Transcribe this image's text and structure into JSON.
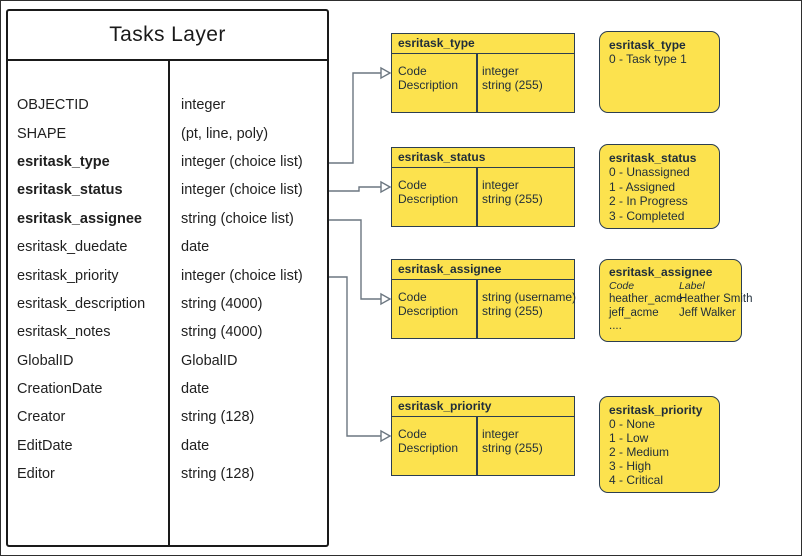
{
  "colors": {
    "box_fill": "#FCE24E",
    "box_border": "#2C3E50",
    "main_border": "#1A1A1A",
    "connector": "#6B7680"
  },
  "tasks_layer": {
    "title": "Tasks Layer",
    "fields": [
      {
        "name": "OBJECTID",
        "type": "integer"
      },
      {
        "name": "SHAPE",
        "type": "(pt, line, poly)"
      },
      {
        "name": "esritask_type",
        "type": "integer (choice list)"
      },
      {
        "name": "esritask_status",
        "type": "integer (choice list)"
      },
      {
        "name": "esritask_assignee",
        "type": "string (choice list)"
      },
      {
        "name": "esritask_duedate",
        "type": "date"
      },
      {
        "name": "esritask_priority",
        "type": "integer (choice list)"
      },
      {
        "name": "esritask_description",
        "type": "string (4000)"
      },
      {
        "name": "esritask_notes",
        "type": "string (4000)"
      },
      {
        "name": "GlobalID",
        "type": "GlobalID"
      },
      {
        "name": "CreationDate",
        "type": "date"
      },
      {
        "name": "Creator",
        "type": "string (128)"
      },
      {
        "name": "EditDate",
        "type": "date"
      },
      {
        "name": "Editor",
        "type": "string (128)"
      }
    ]
  },
  "code_tables": [
    {
      "title": "esritask_type",
      "rows": [
        {
          "field": "Code",
          "type": "integer"
        },
        {
          "field": "Description",
          "type": "string (255)"
        }
      ]
    },
    {
      "title": "esritask_status",
      "rows": [
        {
          "field": "Code",
          "type": "integer"
        },
        {
          "field": "Description",
          "type": "string (255)"
        }
      ]
    },
    {
      "title": "esritask_assignee",
      "rows": [
        {
          "field": "Code",
          "type": "string  (username)"
        },
        {
          "field": "Description",
          "type": "string (255)"
        }
      ]
    },
    {
      "title": "esritask_priority",
      "rows": [
        {
          "field": "Code",
          "type": "integer"
        },
        {
          "field": "Description",
          "type": "string (255)"
        }
      ]
    }
  ],
  "domains": [
    {
      "title": "esritask_type",
      "values": [
        "0 - Task type 1"
      ]
    },
    {
      "title": "esritask_status",
      "values": [
        "0 - Unassigned",
        "1 - Assigned",
        "2 - In Progress",
        "3 - Completed"
      ]
    },
    {
      "title": "esritask_assignee",
      "columns": [
        "Code",
        "Label"
      ],
      "entries": [
        {
          "code": "heather_acme",
          "label": "Heather Smith"
        },
        {
          "code": "jeff_acme",
          "label": "Jeff Walker"
        }
      ],
      "ellipsis": "...."
    },
    {
      "title": "esritask_priority",
      "values": [
        "0 - None",
        "1 - Low",
        "2 - Medium",
        "3 - High",
        "4 - Critical"
      ]
    }
  ]
}
